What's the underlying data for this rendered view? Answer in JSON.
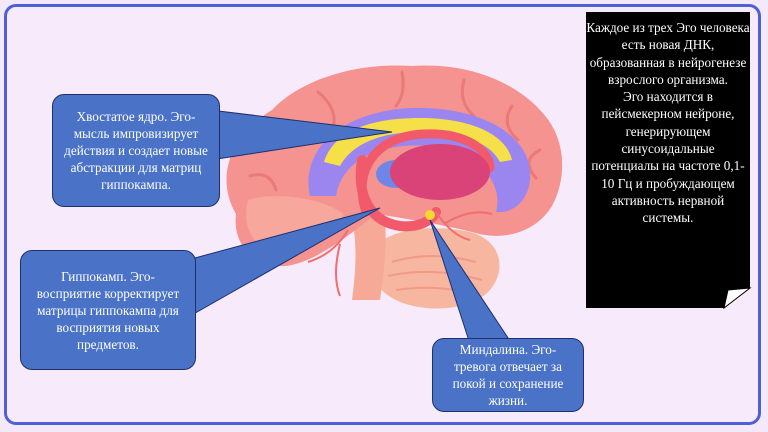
{
  "callouts": {
    "caudate": "Хвостатое ядро. Эго-мысль импровизирует действия и создает новые абстракции для матриц гиппокампа.",
    "hippocampus": "Гиппокамп. Эго-восприятие корректирует матрицы гиппокампа для восприятия новых предметов.",
    "amygdala": "Миндалина. Эго-тревога отвечает за покой и сохранение жизни."
  },
  "note": {
    "part1": "Каждое из трех Эго человека есть новая ДНК, образованная в нейрогенезе взрослого организма.",
    "part2": "Эго находится в пейсмекерном нейроне, генерирующем синусоидальные потенциалы на частоте 0,1-10 Гц и пробуждающем активность нервной системы."
  },
  "colors": {
    "frame": "#4f5fd6",
    "callout_fill": "#4a72c7",
    "cortex": "#f4938f",
    "violet_band": "#9b86f0",
    "yellow_band": "#f6e04a",
    "thalamus": "#d94377",
    "hippocampus": "#f05a6a",
    "cerebellum": "#f6b6a0",
    "amygdala": "#f7d92d",
    "note_fill": "#000000"
  }
}
